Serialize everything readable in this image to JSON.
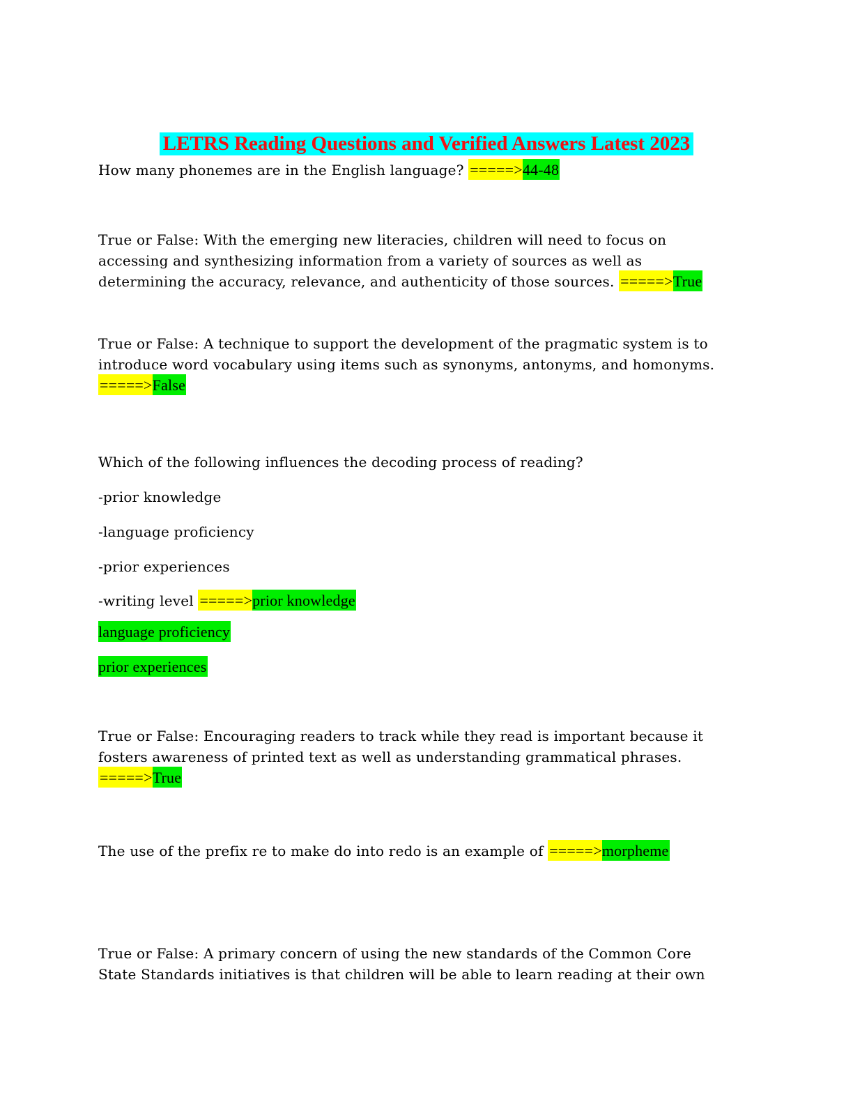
{
  "doc": {
    "title": "LETRS Reading Questions and Verified Answers Latest 2023",
    "colors": {
      "title_bg": "#00ffff",
      "title_fg": "#ee1313",
      "arrow_highlight_bg": "#ffff00",
      "answer_highlight_bg": "#00ee00",
      "body_text": "#000000"
    },
    "arrow_marker": "=====>",
    "blocks": [
      {
        "name": "question-phonemes",
        "lines": [
          [
            {
              "text": "How many phonemes are in the English language? ",
              "hl": "plain"
            },
            {
              "text": "=====>",
              "hl": "yellow"
            },
            {
              "text": "44-48",
              "hl": "green"
            }
          ]
        ]
      },
      {
        "name": "question-new-literacies",
        "lines": [
          [
            {
              "text": "True or False: With the emerging new literacies, children will need to focus on",
              "hl": "plain"
            }
          ],
          [
            {
              "text": "accessing and synthesizing information from a variety of sources as well as",
              "hl": "plain"
            }
          ],
          [
            {
              "text": "determining the accuracy, relevance, and authenticity of those sources. ",
              "hl": "plain"
            },
            {
              "text": "=====>",
              "hl": "yellow"
            },
            {
              "text": "True",
              "hl": "green"
            }
          ]
        ]
      },
      {
        "name": "question-pragmatic-system",
        "lines": [
          [
            {
              "text": "True or False: A technique to support the development of the pragmatic system is to",
              "hl": "plain"
            }
          ],
          [
            {
              "text": "introduce word vocabulary using items such as synonyms, antonyms, and homonyms.",
              "hl": "plain"
            }
          ],
          [
            {
              "text": "=====>",
              "hl": "yellow"
            },
            {
              "text": "False",
              "hl": "green"
            }
          ]
        ]
      },
      {
        "name": "question-decoding-process",
        "lines": [
          [
            {
              "text": "Which of the following influences the decoding process of reading?",
              "hl": "plain"
            }
          ]
        ]
      },
      {
        "name": "option-prior-knowledge",
        "lines": [
          [
            {
              "text": "-prior knowledge",
              "hl": "plain"
            }
          ]
        ]
      },
      {
        "name": "option-language-proficiency",
        "lines": [
          [
            {
              "text": "-language proficiency",
              "hl": "plain"
            }
          ]
        ]
      },
      {
        "name": "option-prior-experiences",
        "lines": [
          [
            {
              "text": "-prior experiences",
              "hl": "plain"
            }
          ]
        ]
      },
      {
        "name": "option-writing-level-with-answer",
        "lines": [
          [
            {
              "text": "-writing level ",
              "hl": "plain"
            },
            {
              "text": "=====>",
              "hl": "yellow"
            },
            {
              "text": "prior knowledge",
              "hl": "green"
            }
          ]
        ]
      },
      {
        "name": "answer-language-proficiency",
        "lines": [
          [
            {
              "text": "language proficiency",
              "hl": "green"
            }
          ]
        ]
      },
      {
        "name": "answer-prior-experiences",
        "lines": [
          [
            {
              "text": "prior experiences",
              "hl": "green"
            }
          ]
        ]
      },
      {
        "name": "question-tracking",
        "lines": [
          [
            {
              "text": "True or False: Encouraging readers to track while they read is important because it",
              "hl": "plain"
            }
          ],
          [
            {
              "text": "fosters awareness of printed text as well as understanding grammatical phrases.",
              "hl": "plain"
            }
          ],
          [
            {
              "text": "=====>",
              "hl": "yellow"
            },
            {
              "text": "True",
              "hl": "green"
            }
          ]
        ]
      },
      {
        "name": "question-prefix-re",
        "lines": [
          [
            {
              "text": "The use of the prefix re to make do into redo is an example of ",
              "hl": "plain"
            },
            {
              "text": "=====>",
              "hl": "yellow"
            },
            {
              "text": "morpheme",
              "hl": "green"
            }
          ]
        ]
      },
      {
        "name": "question-common-core",
        "lines": [
          [
            {
              "text": "True or False: A primary concern of using the new standards of the Common Core",
              "hl": "plain"
            }
          ],
          [
            {
              "text": "State Standards initiatives is that children will be able to learn reading at their own",
              "hl": "plain"
            }
          ]
        ]
      }
    ]
  }
}
